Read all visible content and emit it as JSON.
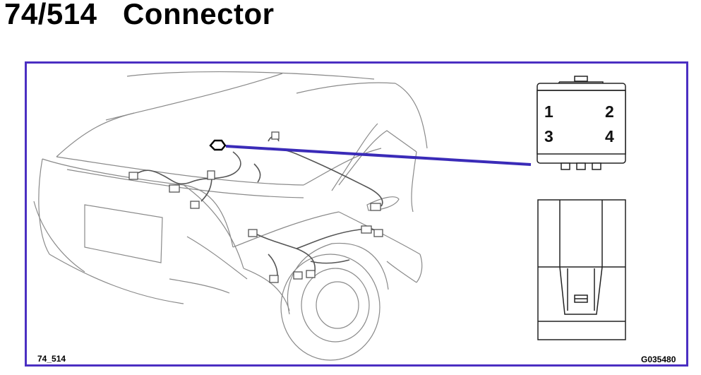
{
  "header": {
    "title": "74/514   Connector"
  },
  "footer": {
    "left_code": "74_514",
    "right_code": "G035480"
  },
  "connector": {
    "pins": [
      "1",
      "2",
      "3",
      "4"
    ]
  },
  "colors": {
    "frame": "#4b2fc2",
    "pointer": "#3a2bb8",
    "line_art": "#888888"
  }
}
